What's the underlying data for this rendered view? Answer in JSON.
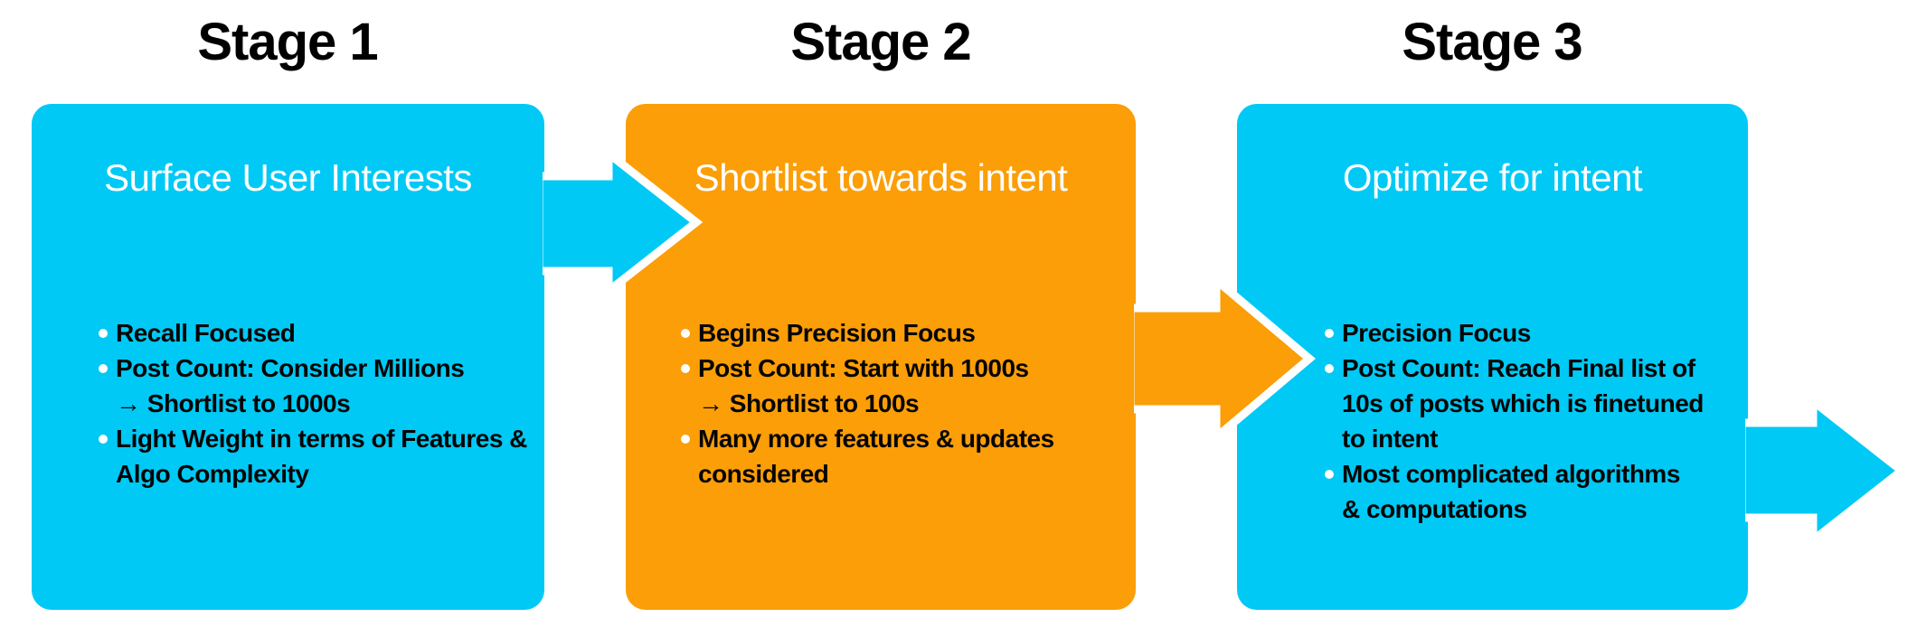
{
  "colors": {
    "cyan": "#00C9F5",
    "orange": "#FB9E07",
    "background": "#FFFFFF",
    "title_text": "#000000",
    "heading_text": "#FFFFFF",
    "body_text": "#050505",
    "bullet_dot": "#FFFFFF",
    "arrow_outline": "#FFFFFF"
  },
  "stages": [
    {
      "title": "Stage 1",
      "heading": "Surface User Interests",
      "color": "cyan",
      "bullets": [
        "Recall Focused",
        "Post Count: Consider Millions\n→ Shortlist to 1000s",
        "Light Weight in terms of Features &\nAlgo Complexity"
      ]
    },
    {
      "title": "Stage 2",
      "heading": "Shortlist towards intent",
      "color": "orange",
      "bullets": [
        "Begins Precision Focus",
        "Post Count: Start with 1000s\n→ Shortlist to 100s",
        "Many more features & updates\nconsidered"
      ]
    },
    {
      "title": "Stage 3",
      "heading": "Optimize for intent",
      "color": "cyan",
      "bullets": [
        "Precision Focus",
        "Post Count: Reach Final list of\n10s of posts which is finetuned\nto intent",
        "Most complicated algorithms\n& computations"
      ]
    }
  ],
  "arrows": [
    {
      "name": "stage1-to-stage2",
      "color": "cyan"
    },
    {
      "name": "stage2-to-stage3",
      "color": "orange"
    },
    {
      "name": "stage3-exit",
      "color": "cyan"
    }
  ]
}
